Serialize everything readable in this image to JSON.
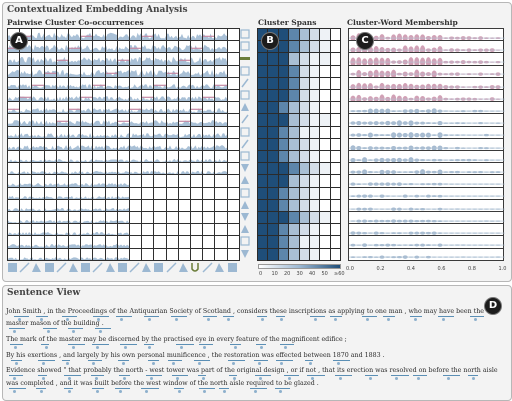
{
  "app": {
    "title": "Contextualized Embedding Analysis"
  },
  "panels": {
    "cooccurrence": {
      "title": "Pairwise Cluster Co-occurrences",
      "badge": "A"
    },
    "spans": {
      "title": "Cluster Spans",
      "badge": "B"
    },
    "membership": {
      "title": "Cluster-Word Membership",
      "badge": "C"
    },
    "sentence_view": {
      "title": "Sentence View",
      "badge": "D"
    }
  },
  "spans_axis": {
    "ticks": [
      "0",
      "10",
      "20",
      "30",
      "40",
      "50",
      "≥60"
    ]
  },
  "membership_axis": {
    "ticks": [
      "0.0",
      "0.2",
      "0.4",
      "0.6",
      "0.8",
      "1.0"
    ]
  },
  "colors": {
    "dark_blue": "#1f4e79",
    "light_blue": "#9cb8d2",
    "pink": "#c58aa4",
    "olive": "#6b7d3a"
  },
  "span_matrix": [
    [
      5,
      5,
      5,
      4,
      3,
      2,
      1,
      0
    ],
    [
      5,
      5,
      5,
      4,
      3,
      2,
      1,
      0
    ],
    [
      5,
      5,
      5,
      3,
      2,
      1,
      1,
      0
    ],
    [
      5,
      5,
      5,
      4,
      2,
      1,
      0,
      0
    ],
    [
      5,
      5,
      5,
      4,
      2,
      1,
      0,
      0
    ],
    [
      5,
      5,
      5,
      4,
      2,
      1,
      0,
      0
    ],
    [
      5,
      5,
      4,
      3,
      2,
      1,
      0,
      0
    ],
    [
      5,
      5,
      5,
      3,
      2,
      1,
      1,
      0
    ],
    [
      5,
      5,
      4,
      3,
      1,
      1,
      0,
      0
    ],
    [
      5,
      5,
      4,
      3,
      2,
      1,
      0,
      0
    ],
    [
      5,
      5,
      4,
      3,
      2,
      1,
      0,
      0
    ],
    [
      5,
      5,
      5,
      4,
      3,
      2,
      1,
      0
    ],
    [
      5,
      5,
      5,
      3,
      2,
      1,
      0,
      0
    ],
    [
      5,
      5,
      4,
      3,
      2,
      1,
      0,
      0
    ],
    [
      5,
      5,
      4,
      3,
      2,
      1,
      0,
      0
    ],
    [
      5,
      5,
      5,
      4,
      3,
      2,
      1,
      0
    ],
    [
      5,
      5,
      4,
      3,
      2,
      1,
      0,
      0
    ],
    [
      5,
      5,
      4,
      3,
      1,
      1,
      0,
      0
    ],
    [
      5,
      5,
      4,
      3,
      2,
      1,
      0,
      0
    ]
  ],
  "sentences": [
    {
      "text": "John Smith , in the Proceedings of the Antiquarian Society of Scotland , considers these inscriptions as applying to one man , who may have been the"
    },
    {
      "text": "master mason of the building ."
    },
    {
      "text": "The mark of the master may be discerned by the practised eye in every feature of the magnificent edifice ;"
    },
    {
      "text": "By his exertions , and largely by his own personal munificence , the restoration was effected between 1870 and 1883 ."
    },
    {
      "text": "Evidence showed \" that probably the north - west tower was part of the original design , or if not , that its erection was resolved on before the north aisle"
    },
    {
      "text": "was completed , and it was built before the west window of the north aisle required to be glazed ."
    }
  ]
}
